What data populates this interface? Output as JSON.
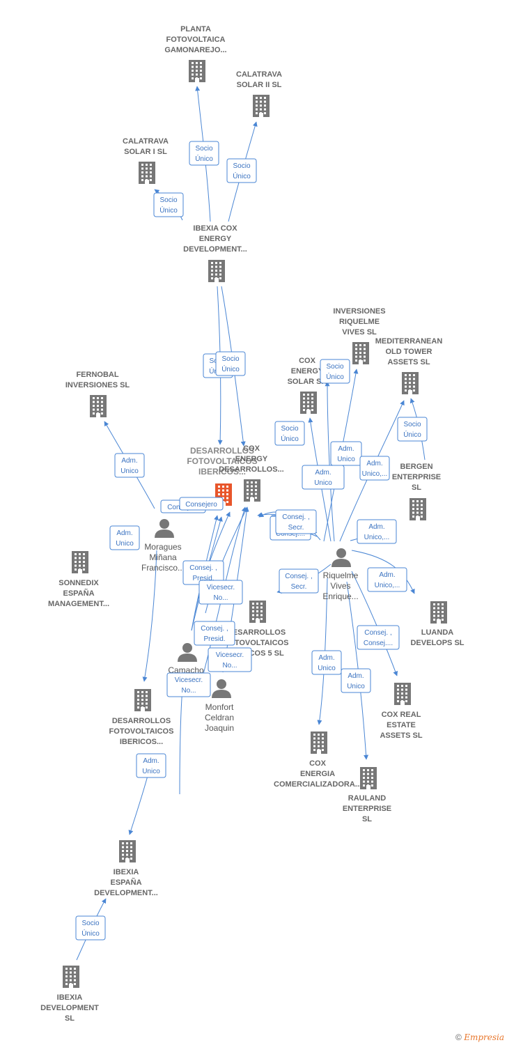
{
  "colors": {
    "edge": "#4a86d4",
    "company": "#777777",
    "main_company": "#e8562b",
    "person": "#777777"
  },
  "nodes": [
    {
      "id": "planta",
      "type": "company",
      "label": [
        "PLANTA",
        "FOTOVOLTAICA",
        "GAMONAREJO..."
      ]
    },
    {
      "id": "cal2",
      "type": "company",
      "label": [
        "CALATRAVA",
        "SOLAR II  SL"
      ]
    },
    {
      "id": "cal1",
      "type": "company",
      "label": [
        "CALATRAVA",
        "SOLAR I  SL"
      ]
    },
    {
      "id": "ibexiacox",
      "type": "company",
      "label": [
        "IBEXIA COX",
        "ENERGY",
        "DEVELOPMENT..."
      ]
    },
    {
      "id": "invriq",
      "type": "company",
      "label": [
        "INVERSIONES",
        "RIQUELME",
        "VIVES  SL"
      ]
    },
    {
      "id": "medit",
      "type": "company",
      "label": [
        "MEDITERRANEAN",
        "OLD TOWER",
        "ASSETS  SL"
      ]
    },
    {
      "id": "coxsolar",
      "type": "company",
      "label": [
        "COX",
        "ENERGY",
        "SOLAR SA"
      ]
    },
    {
      "id": "fernobal",
      "type": "company",
      "label": [
        "FERNOBAL",
        "INVERSIONES SL"
      ]
    },
    {
      "id": "main",
      "type": "main",
      "label": [
        "DESARROLLOS",
        "FOTOVOLTAICOS",
        "IBERICOS..."
      ]
    },
    {
      "id": "coxdes",
      "type": "company",
      "label": [
        "COX",
        "ENERGY",
        "DESARROLLOS..."
      ]
    },
    {
      "id": "bergen",
      "type": "company",
      "label": [
        "BERGEN",
        "ENTERPRISE",
        "SL"
      ]
    },
    {
      "id": "moragues",
      "type": "person",
      "label": [
        "Moragues",
        "Miñana",
        "Francisco..."
      ]
    },
    {
      "id": "sonnedix",
      "type": "company",
      "label": [
        "SONNEDIX",
        "ESPAÑA",
        "MANAGEMENT..."
      ]
    },
    {
      "id": "riquelme",
      "type": "person",
      "label": [
        "Riquelme",
        "Vives",
        "Enrique..."
      ]
    },
    {
      "id": "des5",
      "type": "company",
      "label": [
        "DESARROLLOS",
        "FOTOVOLTAICOS",
        "IBERICOS 5  SL"
      ]
    },
    {
      "id": "luanda",
      "type": "company",
      "label": [
        "LUANDA",
        "DEVELOPS  SL"
      ]
    },
    {
      "id": "camacho",
      "type": "person",
      "label": [
        "Camacho"
      ]
    },
    {
      "id": "monfort",
      "type": "person",
      "label": [
        "Monfort",
        "Celdran",
        "Joaquin"
      ]
    },
    {
      "id": "desfi",
      "type": "company",
      "label": [
        "DESARROLLOS",
        "FOTOVOLTAICOS",
        "IBERICOS..."
      ]
    },
    {
      "id": "coxreal",
      "type": "company",
      "label": [
        "COX REAL",
        "ESTATE",
        "ASSETS  SL"
      ]
    },
    {
      "id": "coxcom",
      "type": "company",
      "label": [
        "COX",
        "ENERGIA",
        "COMERCIALIZADORA..."
      ]
    },
    {
      "id": "rauland",
      "type": "company",
      "label": [
        "RAULAND",
        "ENTERPRISE",
        "SL"
      ]
    },
    {
      "id": "ibexiaesp",
      "type": "company",
      "label": [
        "IBEXIA",
        "ESPAÑA",
        "DEVELOPMENT..."
      ]
    },
    {
      "id": "ibexiadev",
      "type": "company",
      "label": [
        "IBEXIA",
        "DEVELOPMENT",
        "SL"
      ]
    }
  ],
  "edges": [
    {
      "label": [
        "Socio",
        "Único"
      ]
    },
    {
      "label": [
        "Socio",
        "Único"
      ]
    },
    {
      "label": [
        "Socio",
        "Único"
      ]
    },
    {
      "label": [
        "Socio",
        "Único"
      ]
    },
    {
      "label": [
        "Socio",
        "Único"
      ]
    },
    {
      "label": [
        "Socio",
        "Único"
      ]
    },
    {
      "label": [
        "Socio",
        "Único"
      ]
    },
    {
      "label": [
        "Socio",
        "Único"
      ]
    },
    {
      "label": [
        "Adm.",
        "Unico"
      ]
    },
    {
      "label": [
        "Adm.",
        "Unico"
      ]
    },
    {
      "label": [
        "Consejero"
      ]
    },
    {
      "label": [
        "Consejero"
      ]
    },
    {
      "label": [
        "Adm.",
        "Unico"
      ]
    },
    {
      "label": [
        "Adm.",
        "Unico,..."
      ]
    },
    {
      "label": [
        "Adm.",
        "Unico"
      ]
    },
    {
      "label": [
        "Consej. ,",
        "Consej...."
      ]
    },
    {
      "label": [
        "Consej. ,",
        "Secr."
      ]
    },
    {
      "label": [
        "Adm.",
        "Unico,..."
      ]
    },
    {
      "label": [
        "Consej. ,",
        "Secr."
      ]
    },
    {
      "label": [
        "Adm.",
        "Unico,..."
      ]
    },
    {
      "label": [
        "Consej. ,",
        "Consej...."
      ]
    },
    {
      "label": [
        "Adm.",
        "Unico"
      ]
    },
    {
      "label": [
        "Adm.",
        "Unico"
      ]
    },
    {
      "label": [
        "Consej. ,",
        "Presid."
      ]
    },
    {
      "label": [
        "Vicesecr.",
        "No..."
      ]
    },
    {
      "label": [
        "Consej. ,",
        "Presid."
      ]
    },
    {
      "label": [
        "Vicesecr.",
        "No..."
      ]
    },
    {
      "label": [
        "Vicesecr.",
        "No..."
      ]
    },
    {
      "label": [
        "Adm.",
        "Unico"
      ]
    },
    {
      "label": [
        "Socio",
        "Único"
      ]
    }
  ],
  "footer": {
    "copyright": "©",
    "brand": "Empresia"
  }
}
